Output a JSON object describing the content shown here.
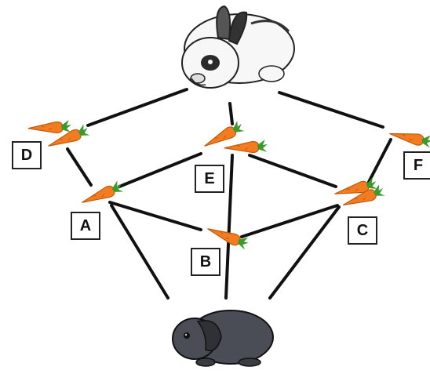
{
  "diagram": {
    "labels": {
      "A": "A",
      "B": "B",
      "C": "C",
      "D": "D",
      "E": "E",
      "F": "F"
    },
    "colors": {
      "line": "#111111",
      "carrot_body": "#f47c20",
      "carrot_stroke": "#c25a0b",
      "carrot_leaf": "#3a9a2e",
      "white_rabbit": "#f7f7f7",
      "black_rabbit": "#4a4d55"
    },
    "icons": [
      "white-rabbit-icon",
      "black-rabbit-icon",
      "carrot-icon"
    ]
  }
}
